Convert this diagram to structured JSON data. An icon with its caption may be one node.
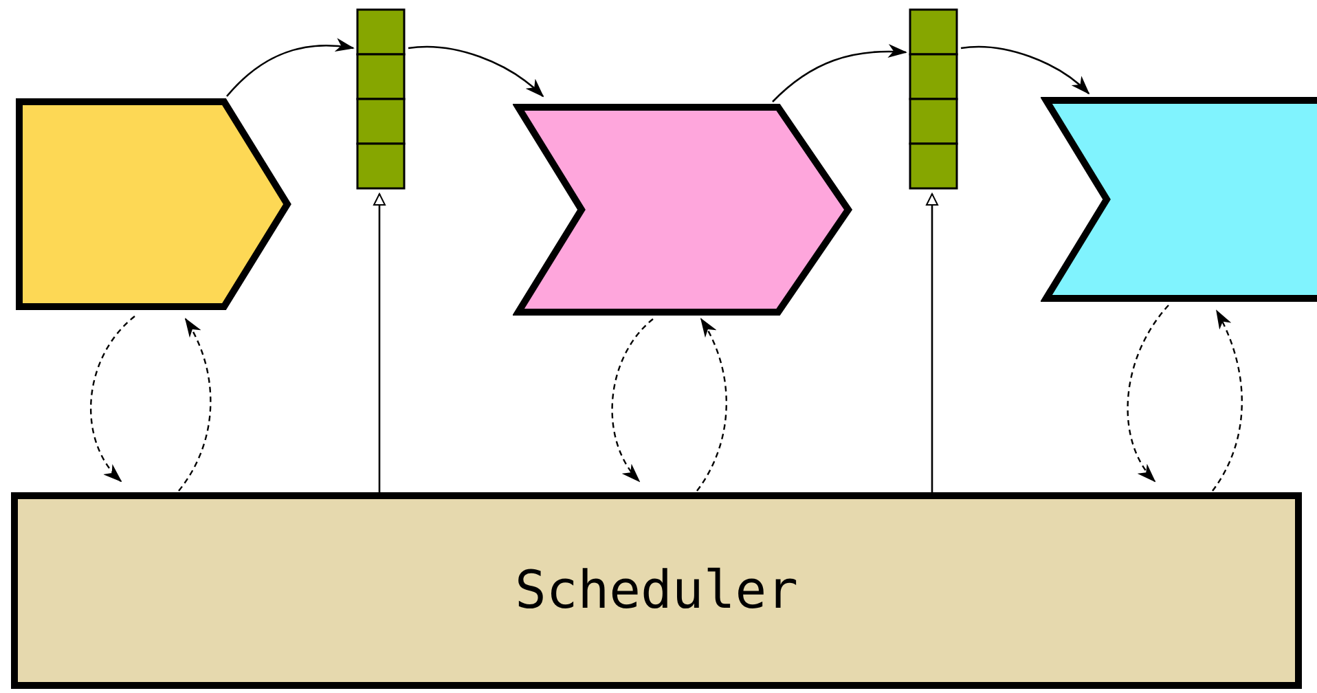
{
  "diagram": {
    "nodes": [
      {
        "text": [],
        "shape": "pentagon"
      },
      {
        "text": [],
        "shape": "queue"
      },
      {
        "text": [],
        "shape": "chevron"
      },
      {
        "text": [],
        "shape": "queue"
      },
      {
        "text": [],
        "shape": "notched"
      },
      {
        "text": [
          "Scheduler"
        ]
      }
    ],
    "edges": [
      {
        "from": 0,
        "to": 1,
        "arrow": "to"
      },
      {
        "from": 1,
        "to": 2,
        "arrow": "to"
      },
      {
        "from": 2,
        "to": 3,
        "arrow": "to"
      },
      {
        "from": 3,
        "to": 4,
        "arrow": "to"
      },
      {
        "from": 5,
        "to": 1,
        "arrow": "to"
      },
      {
        "from": 5,
        "to": 3,
        "arrow": "to"
      },
      {
        "from": 0,
        "to": 5,
        "arrow": "to",
        "style": "dashed"
      },
      {
        "from": 5,
        "to": 0,
        "arrow": "to",
        "style": "dashed"
      },
      {
        "from": 2,
        "to": 5,
        "arrow": "to",
        "style": "dashed"
      },
      {
        "from": 5,
        "to": 2,
        "arrow": "to",
        "style": "dashed"
      },
      {
        "from": 4,
        "to": 5,
        "arrow": "to",
        "style": "dashed"
      },
      {
        "from": 5,
        "to": 4,
        "arrow": "to",
        "style": "dashed"
      }
    ]
  }
}
